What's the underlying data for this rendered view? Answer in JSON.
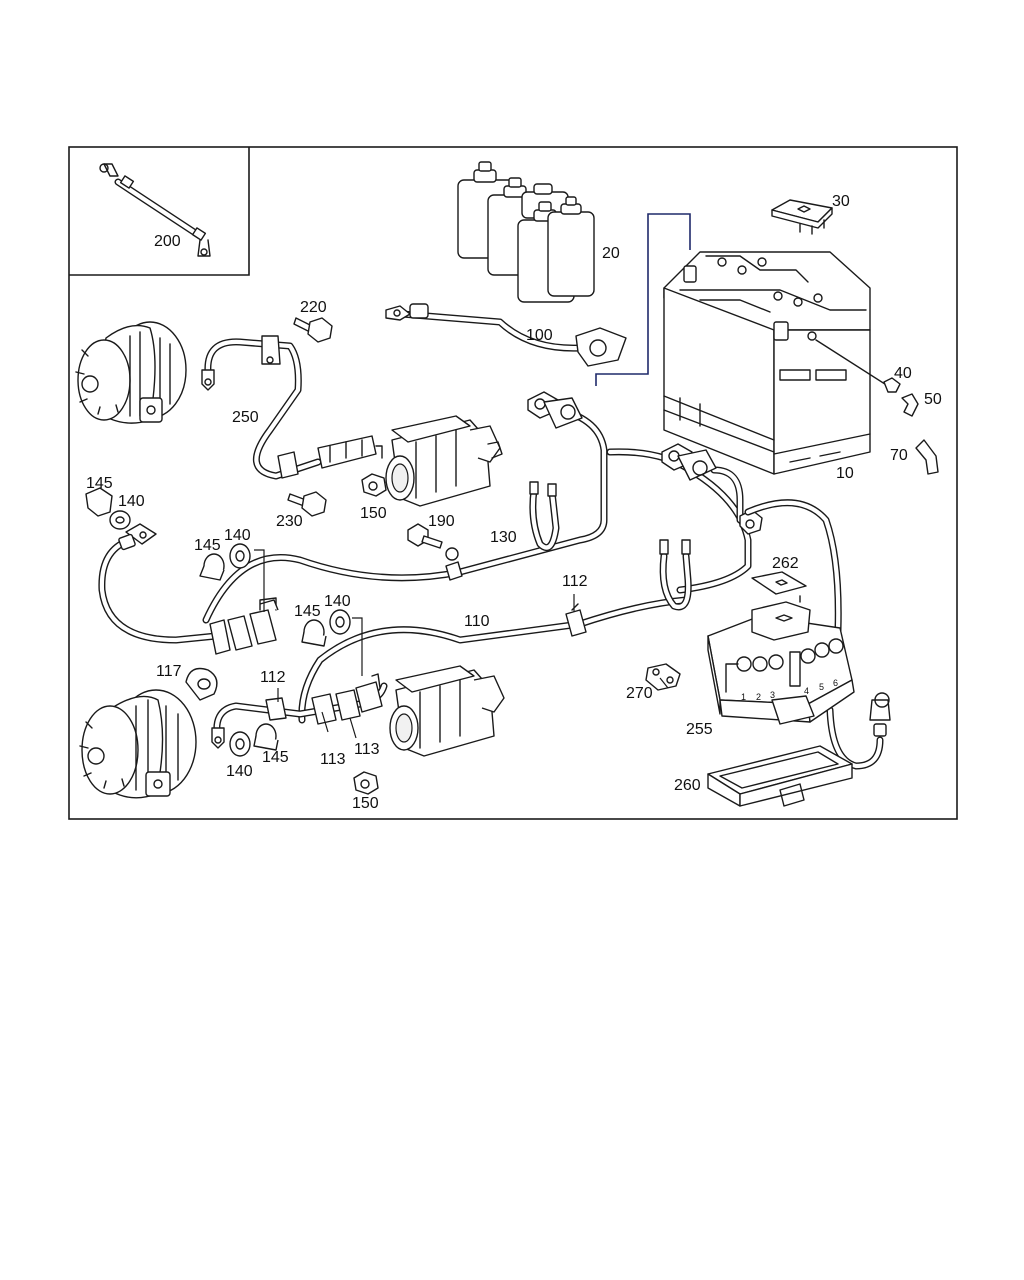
{
  "callouts": [
    {
      "id": "c200",
      "text": "200"
    },
    {
      "id": "c20",
      "text": "20"
    },
    {
      "id": "c30",
      "text": "30"
    },
    {
      "id": "c220",
      "text": "220"
    },
    {
      "id": "c100",
      "text": "100"
    },
    {
      "id": "c250",
      "text": "250"
    },
    {
      "id": "c40",
      "text": "40"
    },
    {
      "id": "c50",
      "text": "50"
    },
    {
      "id": "c70",
      "text": "70"
    },
    {
      "id": "c10",
      "text": "10"
    },
    {
      "id": "c145a",
      "text": "145"
    },
    {
      "id": "c140a",
      "text": "140"
    },
    {
      "id": "c230",
      "text": "230"
    },
    {
      "id": "c150a",
      "text": "150"
    },
    {
      "id": "c190",
      "text": "190"
    },
    {
      "id": "c130",
      "text": "130"
    },
    {
      "id": "c145b",
      "text": "145"
    },
    {
      "id": "c140b",
      "text": "140"
    },
    {
      "id": "c262",
      "text": "262"
    },
    {
      "id": "c112a",
      "text": "112"
    },
    {
      "id": "c145c",
      "text": "145"
    },
    {
      "id": "c140c",
      "text": "140"
    },
    {
      "id": "c110",
      "text": "110"
    },
    {
      "id": "c117",
      "text": "117"
    },
    {
      "id": "c112b",
      "text": "112"
    },
    {
      "id": "c270",
      "text": "270"
    },
    {
      "id": "c255",
      "text": "255"
    },
    {
      "id": "c113a",
      "text": "113"
    },
    {
      "id": "c113b",
      "text": "113"
    },
    {
      "id": "c140d",
      "text": "140"
    },
    {
      "id": "c145d",
      "text": "145"
    },
    {
      "id": "c260",
      "text": "260"
    },
    {
      "id": "c150b",
      "text": "150"
    }
  ],
  "fuse_numbers": [
    "1",
    "2",
    "3",
    "4",
    "5",
    "6"
  ]
}
